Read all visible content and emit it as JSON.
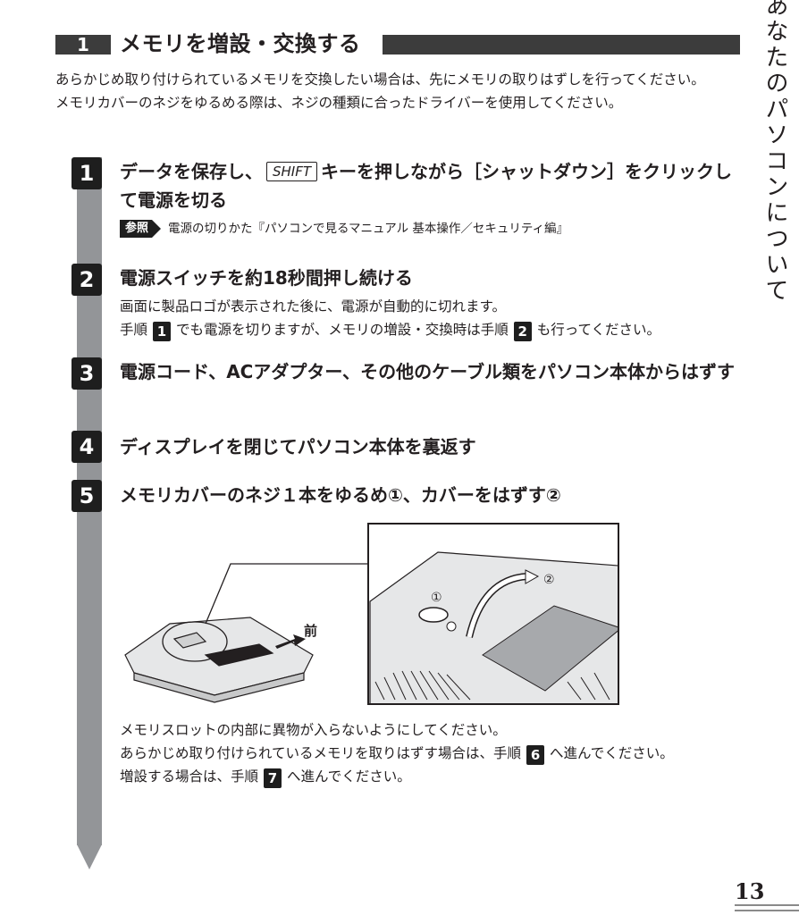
{
  "side_title": "あなたのパソコンについて",
  "section": {
    "number": "1",
    "title": "メモリを増設・交換する"
  },
  "intro": [
    "あらかじめ取り付けられているメモリを交換したい場合は、先にメモリの取りはずしを行ってください。",
    "メモリカバーのネジをゆるめる際は、ネジの種類に合ったドライバーを使用してください。"
  ],
  "steps": [
    {
      "number": "1",
      "title_pre": "データを保存し、",
      "key": "SHIFT",
      "title_post": "キーを押しながら［シャットダウン］をクリックして電源を切る",
      "ref_label": "参照",
      "ref_text": "電源の切りかた『パソコンで見るマニュアル 基本操作／セキュリティ編』"
    },
    {
      "number": "2",
      "title": "電源スイッチを約18秒間押し続ける",
      "body1": "画面に製品ロゴが表示された後に、電源が自動的に切れます。",
      "body2_a": "手順",
      "body2_ref1": "1",
      "body2_b": "でも電源を切りますが、メモリの増設・交換時は手順",
      "body2_ref2": "2",
      "body2_c": "も行ってください。"
    },
    {
      "number": "3",
      "title": "電源コード、ACアダプター、その他のケーブル類をパソコン本体からはずす"
    },
    {
      "number": "4",
      "title": "ディスプレイを閉じてパソコン本体を裏返す"
    },
    {
      "number": "5",
      "title": "メモリカバーのネジ１本をゆるめ①、カバーをはずす②",
      "illustration": {
        "front_label": "前",
        "callout1": "①",
        "callout2": "②"
      },
      "body1": "メモリスロットの内部に異物が入らないようにしてください。",
      "body2_a": "あらかじめ取り付けられているメモリを取りはずす場合は、手順",
      "body2_ref": "6",
      "body2_b": "へ進んでください。",
      "body3_a": "増設する場合は、手順",
      "body3_ref": "7",
      "body3_b": "へ進んでください。"
    }
  ],
  "page_number": "13"
}
